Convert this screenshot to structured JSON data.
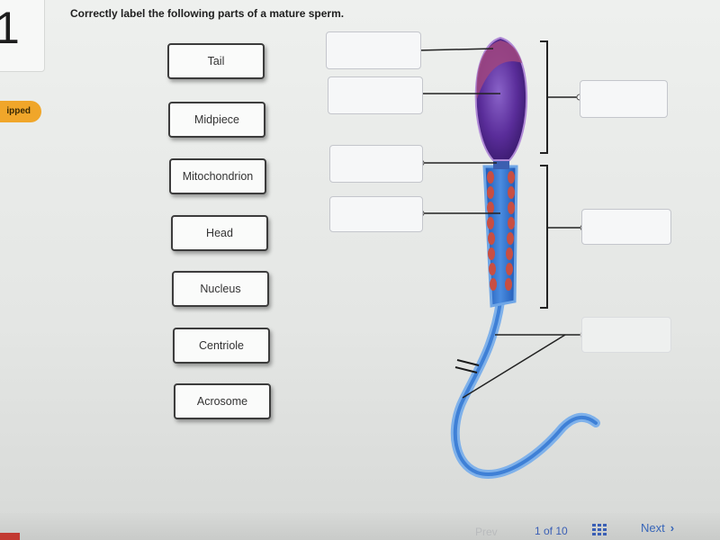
{
  "question": {
    "number": "1",
    "status_badge": "ipped",
    "instruction": "Correctly label the following parts of a mature sperm."
  },
  "label_bank": [
    "Tail",
    "Midpiece",
    "Mitochondrion",
    "Head",
    "Nucleus",
    "Centriole",
    "Acrosome"
  ],
  "footer": {
    "prev_label": "Prev",
    "page_of": "1 of 10",
    "next_label": "Next",
    "next_arrow": "›"
  },
  "colors": {
    "head": "#5a2d9a",
    "acrosome": "#9a3a7e",
    "midpiece": "#2e6fd0",
    "mitochondria": "#c84f43",
    "tail": "#6fa6e6",
    "badge": "#f0a62a"
  }
}
